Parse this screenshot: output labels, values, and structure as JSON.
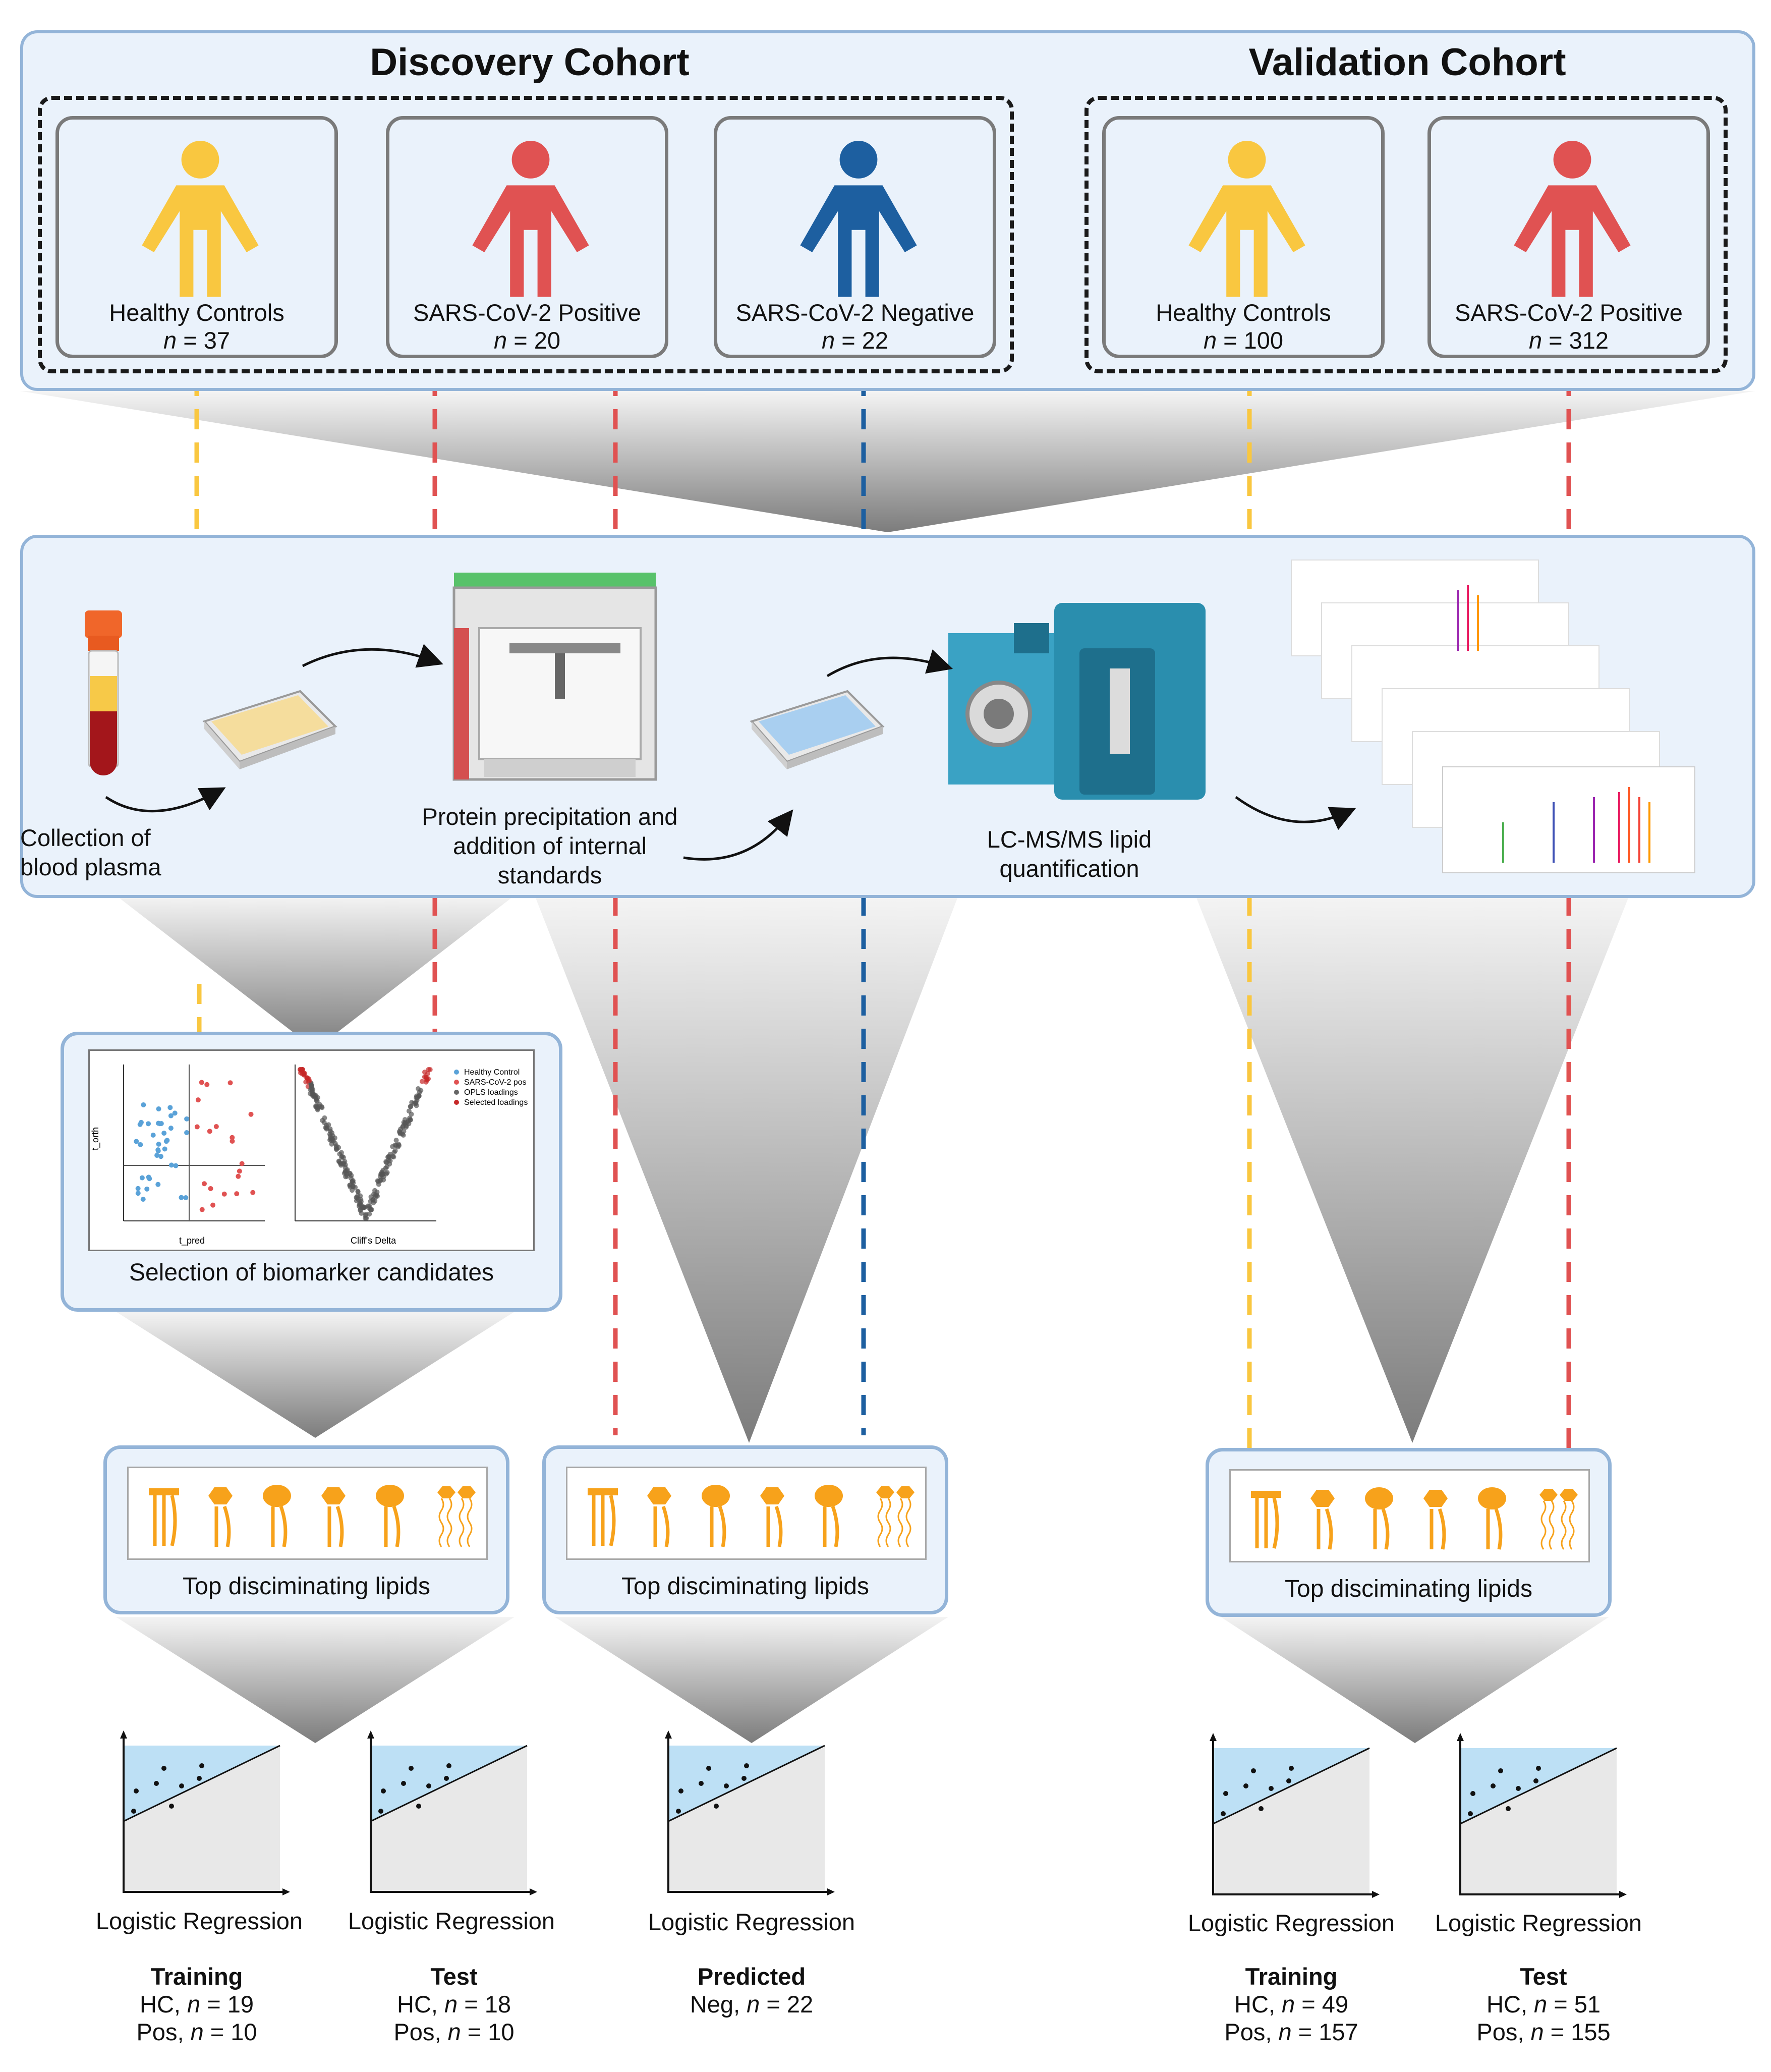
{
  "colors": {
    "healthy": "#f9c740",
    "positive": "#e05252",
    "negative": "#1d5fa0",
    "panel_fill": "#eaf2fb",
    "panel_border": "#93b4d8"
  },
  "cohorts": {
    "discovery_title": "Discovery Cohort",
    "validation_title": "Validation Cohort"
  },
  "groups": [
    {
      "label": "Healthy Controls",
      "n_prefix": "n",
      "n_value": " = 37",
      "color": "healthy"
    },
    {
      "label": "SARS-CoV-2 Positive",
      "n_prefix": "n",
      "n_value": " = 20",
      "color": "positive"
    },
    {
      "label": "SARS-CoV-2 Negative",
      "n_prefix": "n",
      "n_value": " = 22",
      "color": "negative"
    },
    {
      "label": "Healthy Controls",
      "n_prefix": "n",
      "n_value": " = 100",
      "color": "healthy"
    },
    {
      "label": "SARS-CoV-2 Positive",
      "n_prefix": "n",
      "n_value": " = 312",
      "color": "positive"
    }
  ],
  "workflow": {
    "step1": [
      "Collection of",
      "blood plasma"
    ],
    "step2": [
      "Protein precipitation and",
      "addition of internal",
      "standards"
    ],
    "step3": [
      "LC-MS/MS lipid",
      "quantification"
    ]
  },
  "biomarker": {
    "label": "Selection of biomarker candidates",
    "scatter_ylabel": "t_orth",
    "scatter_xlabel": "t_pred",
    "volcano_xlabel": "Cliff's Delta",
    "legend": [
      "Healthy Control",
      "SARS-CoV-2 pos",
      "OPLS loadings",
      "Selected loadings"
    ]
  },
  "lipids": {
    "label": "Top disciminating lipids"
  },
  "regression": {
    "label": "Logistic Regression"
  },
  "splits": [
    {
      "title": "Training",
      "lines": [
        {
          "prefix": "HC, ",
          "n": "n",
          "value": " = 19"
        },
        {
          "prefix": "Pos, ",
          "n": "n",
          "value": " = 10"
        }
      ]
    },
    {
      "title": "Test",
      "lines": [
        {
          "prefix": "HC, ",
          "n": "n",
          "value": " = 18"
        },
        {
          "prefix": "Pos, ",
          "n": "n",
          "value": "  = 10"
        }
      ]
    },
    {
      "title": "Predicted",
      "lines": [
        {
          "prefix": "Neg, ",
          "n": "n",
          "value": " = 22"
        }
      ]
    },
    {
      "title": "Training",
      "lines": [
        {
          "prefix": "HC, ",
          "n": "n",
          "value": " = 49"
        },
        {
          "prefix": "Pos, ",
          "n": "n",
          "value": " = 157"
        }
      ]
    },
    {
      "title": "Test",
      "lines": [
        {
          "prefix": "HC, ",
          "n": "n",
          "value": " = 51"
        },
        {
          "prefix": "Pos, ",
          "n": "n",
          "value": " = 155"
        }
      ]
    }
  ]
}
